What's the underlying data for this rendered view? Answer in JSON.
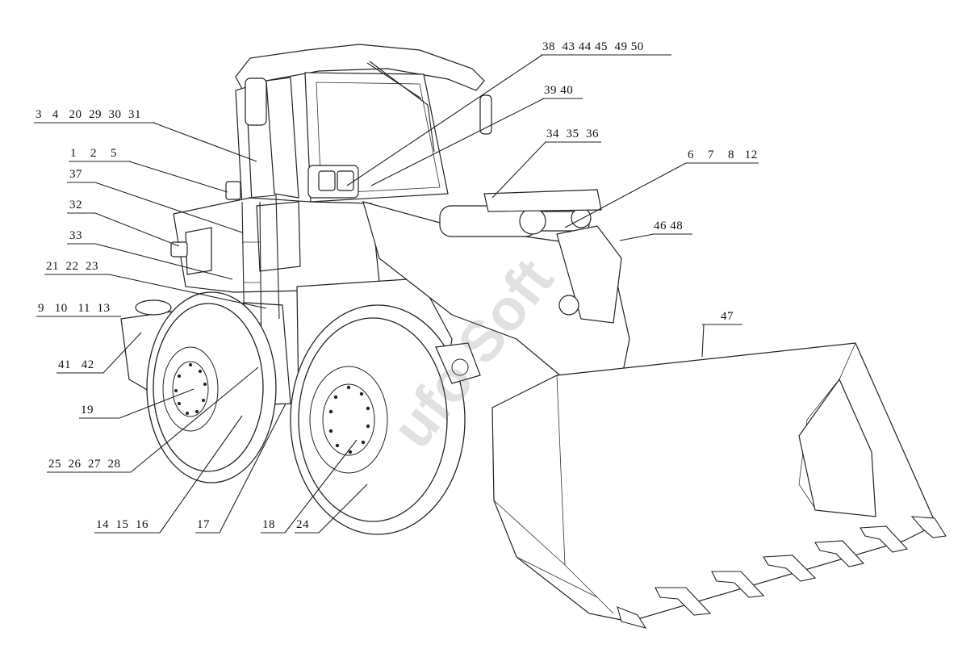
{
  "diagram": {
    "callouts": [
      {
        "id": "c1",
        "text": "38  43 44 45  49 50"
      },
      {
        "id": "c2",
        "text": "39 40"
      },
      {
        "id": "c3",
        "text": "3   4   20  29  30  31"
      },
      {
        "id": "c4",
        "text": "1    2    5"
      },
      {
        "id": "c5",
        "text": "34  35  36"
      },
      {
        "id": "c6",
        "text": "6    7    8   12"
      },
      {
        "id": "c7",
        "text": "37"
      },
      {
        "id": "c8",
        "text": "32"
      },
      {
        "id": "c9",
        "text": "46 48"
      },
      {
        "id": "c10",
        "text": "33"
      },
      {
        "id": "c11",
        "text": "21  22  23"
      },
      {
        "id": "c12",
        "text": "9   10   11  13"
      },
      {
        "id": "c13",
        "text": "47"
      },
      {
        "id": "c14",
        "text": "41   42"
      },
      {
        "id": "c15",
        "text": "19"
      },
      {
        "id": "c16",
        "text": "25  26  27  28"
      },
      {
        "id": "c17",
        "text": "14  15  16"
      },
      {
        "id": "c18",
        "text": "17"
      },
      {
        "id": "c19",
        "text": "18"
      },
      {
        "id": "c20",
        "text": "24"
      }
    ]
  },
  "watermark": {
    "text": "ufo Soft"
  }
}
